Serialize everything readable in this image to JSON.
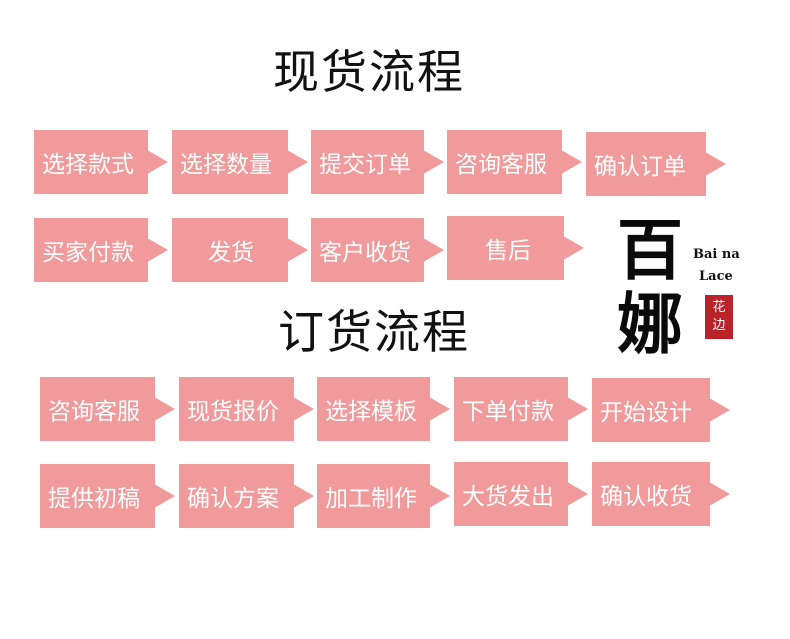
{
  "section1": {
    "title": "现货流程",
    "row1": [
      "选择款式",
      "选择数量",
      "提交订单",
      "咨询客服",
      "确认订单"
    ],
    "row2": [
      "买家付款",
      "发货",
      "客户收货",
      "售后"
    ]
  },
  "section2": {
    "title": "订货流程",
    "row1": [
      "咨询客服",
      "现货报价",
      "选择模板",
      "下单付款",
      "开始设计"
    ],
    "row2": [
      "提供初稿",
      "确认方案",
      "加工制作",
      "大货发出",
      "确认收货"
    ]
  },
  "logo": {
    "char1": "百",
    "char2": "娜",
    "en_line1": "Bai na",
    "en_line2": "Lace",
    "seal_line1": "花",
    "seal_line2": "边"
  },
  "colors": {
    "step_bg": "#f19a9b",
    "step_text": "#ffffff",
    "seal": "#b8242a"
  }
}
